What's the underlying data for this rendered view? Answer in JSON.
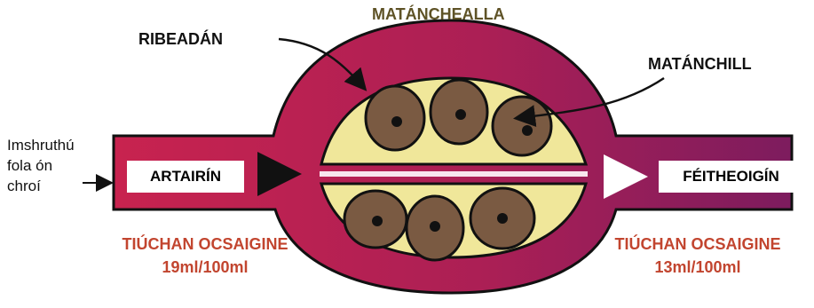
{
  "labels": {
    "title": "MATÁNCHEALLA",
    "vessel_wall": "RIBEADÁN",
    "muscle_cell": "MATÁNCHILL",
    "blood_flow_line1": "Imshruthú",
    "blood_flow_line2": "fola ón",
    "blood_flow_line3": "chroí",
    "artery": "ARTAIRÍN",
    "venule": "FÉITHEOIGÍN"
  },
  "oxygen_left": {
    "label": "TIÚCHAN OCSAIGINE",
    "value": "19ml/100ml"
  },
  "oxygen_right": {
    "label": "TIÚCHAN OCSAIGINE",
    "value": "13ml/100ml"
  },
  "colors": {
    "vessel_left": "#c8234f",
    "vessel_right": "#8a1c5c",
    "muscle_fill": "#f0e79a",
    "cell_fill": "#7a5a42",
    "nucleus": "#111111",
    "title_color": "#5e5226",
    "oxygen_text": "#c2452f"
  }
}
